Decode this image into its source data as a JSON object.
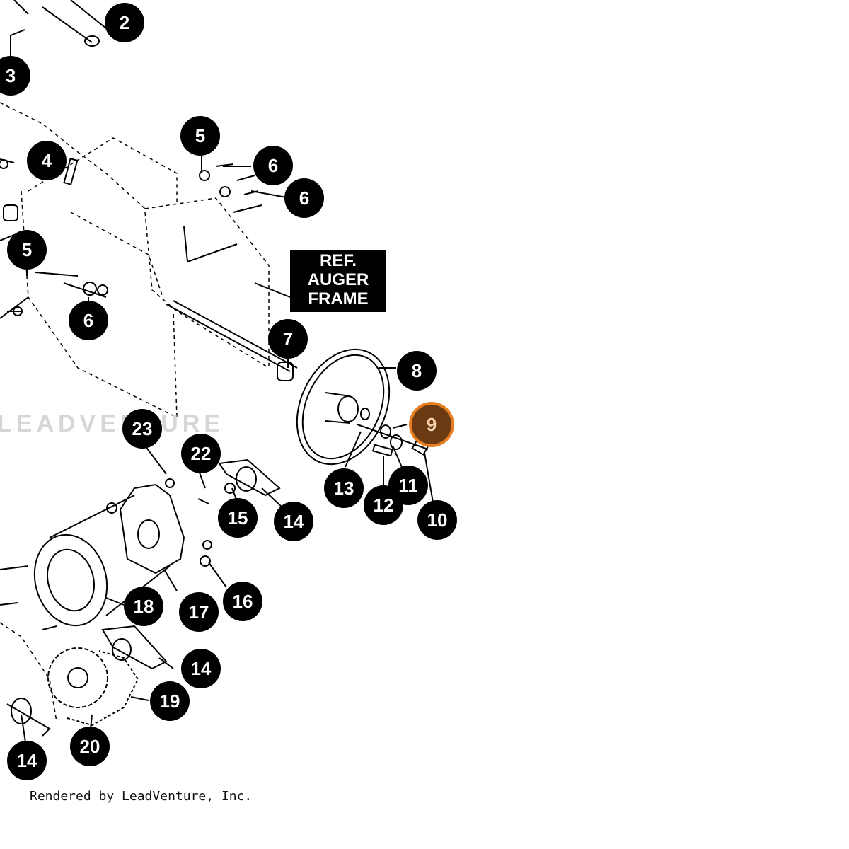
{
  "callouts": [
    {
      "id": "2",
      "highlighted": false
    },
    {
      "id": "3",
      "highlighted": false
    },
    {
      "id": "4",
      "highlighted": false
    },
    {
      "id": "5",
      "highlighted": false
    },
    {
      "id": "6",
      "highlighted": false
    },
    {
      "id": "6",
      "highlighted": false
    },
    {
      "id": "5",
      "highlighted": false
    },
    {
      "id": "6",
      "highlighted": false
    },
    {
      "id": "7",
      "highlighted": false
    },
    {
      "id": "8",
      "highlighted": false
    },
    {
      "id": "9",
      "highlighted": true
    },
    {
      "id": "13",
      "highlighted": false
    },
    {
      "id": "11",
      "highlighted": false
    },
    {
      "id": "12",
      "highlighted": false
    },
    {
      "id": "10",
      "highlighted": false
    },
    {
      "id": "23",
      "highlighted": false
    },
    {
      "id": "22",
      "highlighted": false
    },
    {
      "id": "15",
      "highlighted": false
    },
    {
      "id": "14",
      "highlighted": false
    },
    {
      "id": "16",
      "highlighted": false
    },
    {
      "id": "18",
      "highlighted": false
    },
    {
      "id": "17",
      "highlighted": false
    },
    {
      "id": "14",
      "highlighted": false
    },
    {
      "id": "19",
      "highlighted": false
    },
    {
      "id": "20",
      "highlighted": false
    },
    {
      "id": "14",
      "highlighted": false
    }
  ],
  "reference_label": {
    "line1": "REF.",
    "line2": "AUGER",
    "line3": "FRAME"
  },
  "watermark": "LEADVENTURE",
  "credit": "Rendered by LeadVenture, Inc.",
  "colors": {
    "highlight_fill": "#6b3a12",
    "highlight_ring": "#e67e22",
    "line": "#000000"
  }
}
